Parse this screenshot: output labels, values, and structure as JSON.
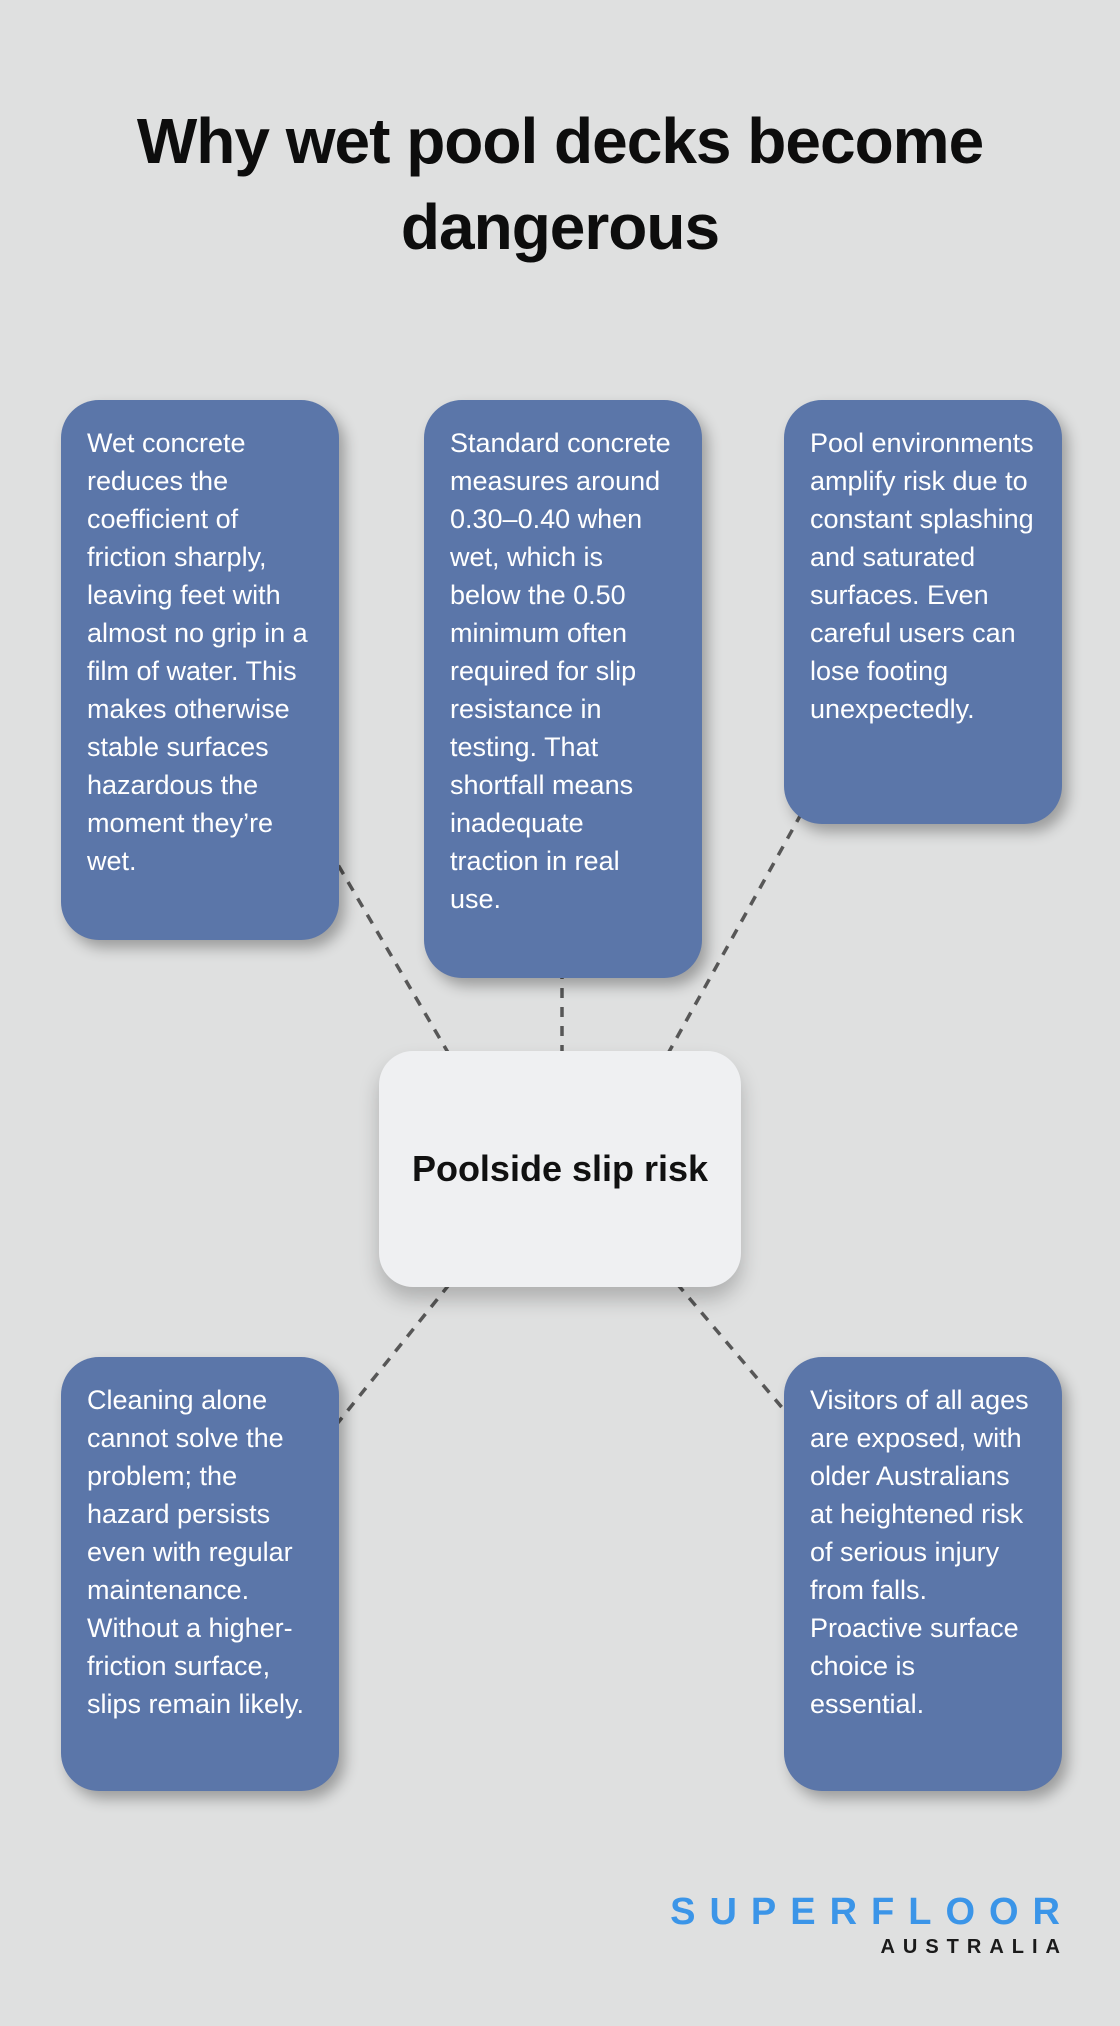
{
  "title": "Why wet pool decks become dangerous",
  "center": {
    "label": "Poolside slip risk"
  },
  "factors": [
    {
      "id": "wet-concrete-friction",
      "text": "Wet concrete reduces the coefficient of friction sharply, leaving feet with almost no grip in a film of water. This makes otherwise stable surfaces hazardous the moment they’re wet."
    },
    {
      "id": "slip-resistance-shortfall",
      "text": "Standard concrete measures around 0.30–0.40 when wet, which is below the 0.50 minimum often required for slip resistance in testing. That shortfall means inadequate traction in real use."
    },
    {
      "id": "pool-environment-risk",
      "text": "Pool environments amplify risk due to constant splashing and saturated surfaces. Even careful users can lose footing unexpectedly."
    },
    {
      "id": "cleaning-not-enough",
      "text": "Cleaning alone cannot solve the problem; the hazard persists even with regular maintenance. Without a higher-friction surface, slips remain likely."
    },
    {
      "id": "visitors-exposed",
      "text": "Visitors of all ages are exposed, with older Australians at heightened risk of serious injury from falls. Proactive surface choice is essential."
    }
  ],
  "logo": {
    "name": "SUPERFLOOR",
    "subname": "AUSTRALIA"
  },
  "colors": {
    "background": "#dfe0e0",
    "box": "#5b76a9",
    "box_text": "#ffffff",
    "center_bg": "#eff0f2",
    "center_text": "#111111",
    "connector": "#575757",
    "logo_blue": "#3b95e8",
    "logo_black": "#1a1a1a",
    "title": "#0d0d0d"
  }
}
